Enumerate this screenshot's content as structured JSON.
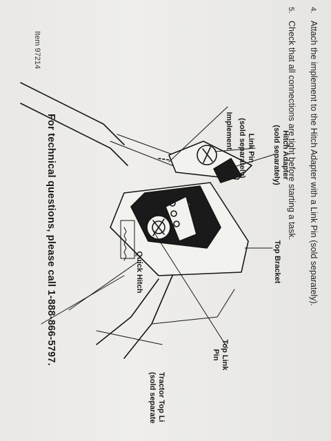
{
  "steps": [
    {
      "number": "4.",
      "text": "Attach the implement to the Hitch Adapter with a Link Pin (sold separately)."
    },
    {
      "number": "5.",
      "text": "Check that all connections are tight before starting a task."
    }
  ],
  "item_code": "Item 97214",
  "callouts": {
    "hitch_adapter": [
      "Hitch Adapter",
      "(sold separately)"
    ],
    "link_pin": [
      "Link Pin",
      "(sold separately)"
    ],
    "implement": "Implement",
    "top_bracket": "Top Bracket",
    "quick_hitch": "Quick Hitch",
    "top_link_pin": [
      "Top Link",
      "Pin"
    ],
    "tractor_top_link": [
      "Tractor Top Li",
      "(sold separate"
    ]
  },
  "footer": "For technical questions, please call 1-888-866-5797."
}
